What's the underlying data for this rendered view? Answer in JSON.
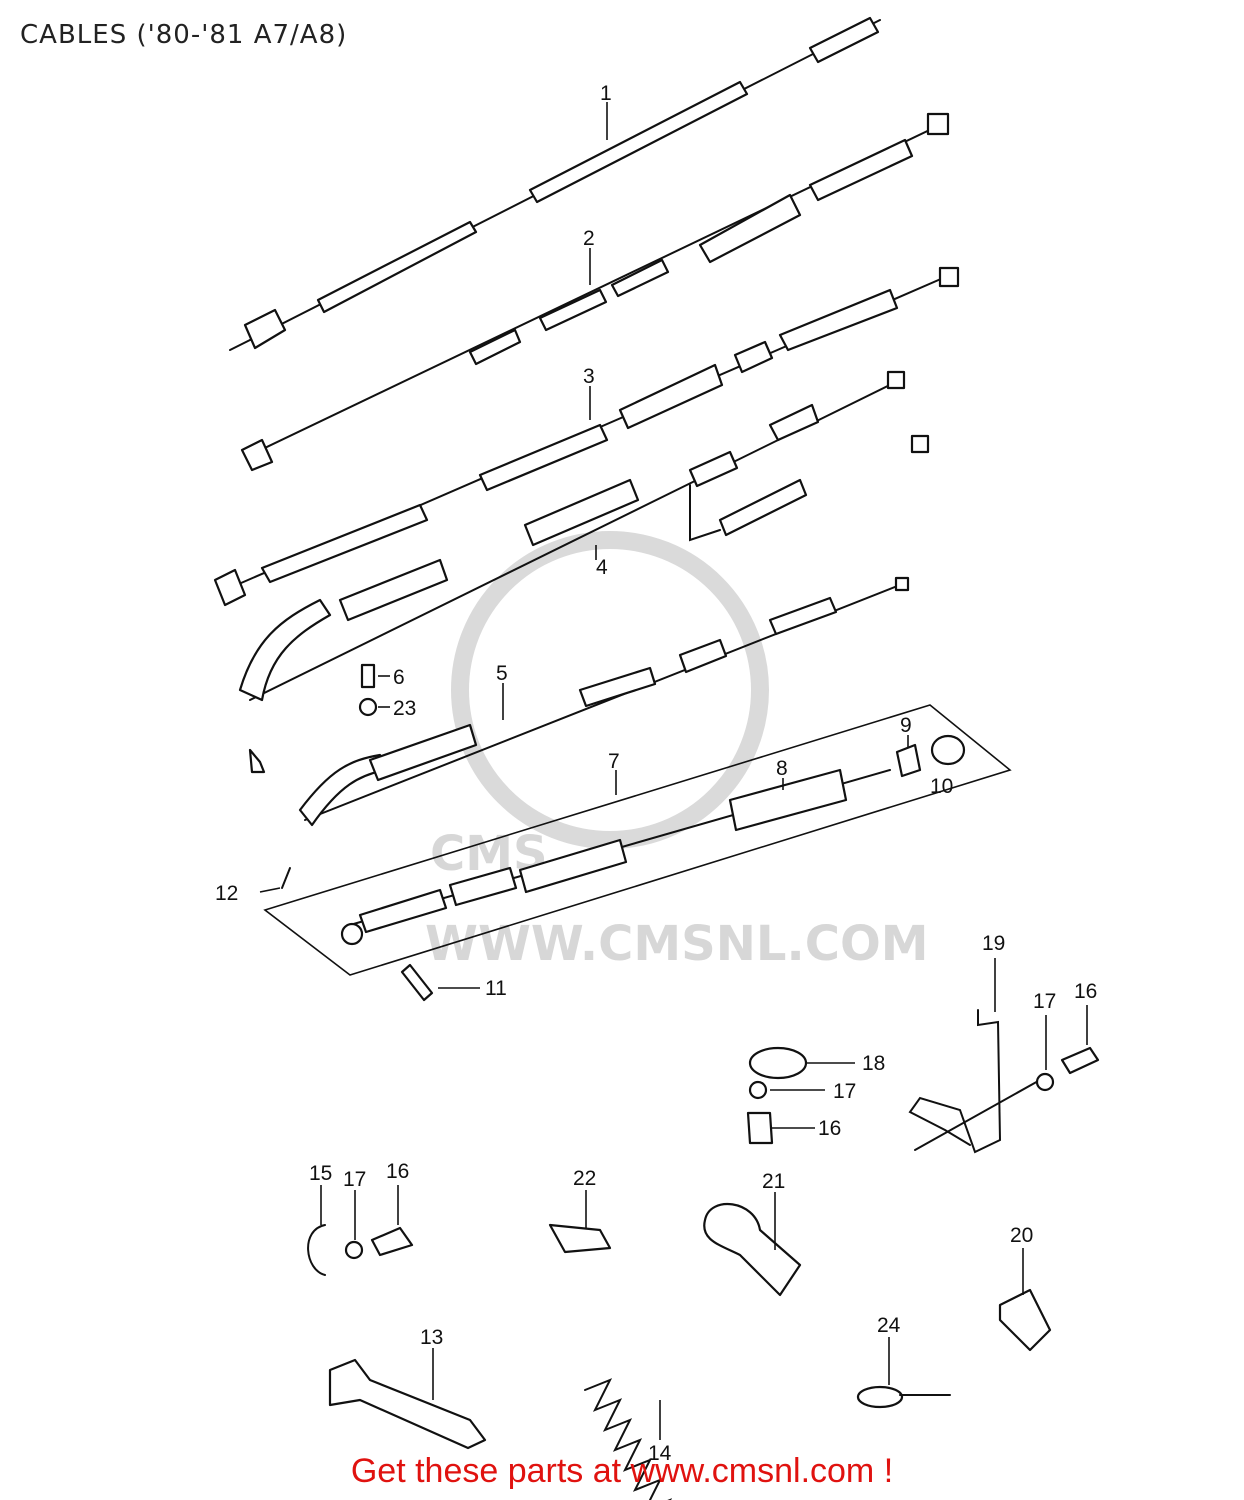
{
  "title": "CABLES ('80-'81 A7/A8)",
  "watermark": {
    "site": "WWW.CMSNL.COM",
    "logo_letters": "CMS"
  },
  "callouts": [
    "1",
    "2",
    "3",
    "4",
    "5",
    "6",
    "23",
    "7",
    "8",
    "9",
    "10",
    "11",
    "12",
    "13",
    "14",
    "15",
    "16",
    "17",
    "18",
    "19",
    "20",
    "21",
    "22",
    "24"
  ],
  "callouts_repeat": {
    "c16b": "16",
    "c16c": "16",
    "c17b": "17",
    "c17c": "17"
  },
  "footer": "Get these parts at www.cmsnl.com !",
  "colors": {
    "footer": "#e0120f",
    "line": "#111111",
    "watermark": "#d7d7d7"
  }
}
